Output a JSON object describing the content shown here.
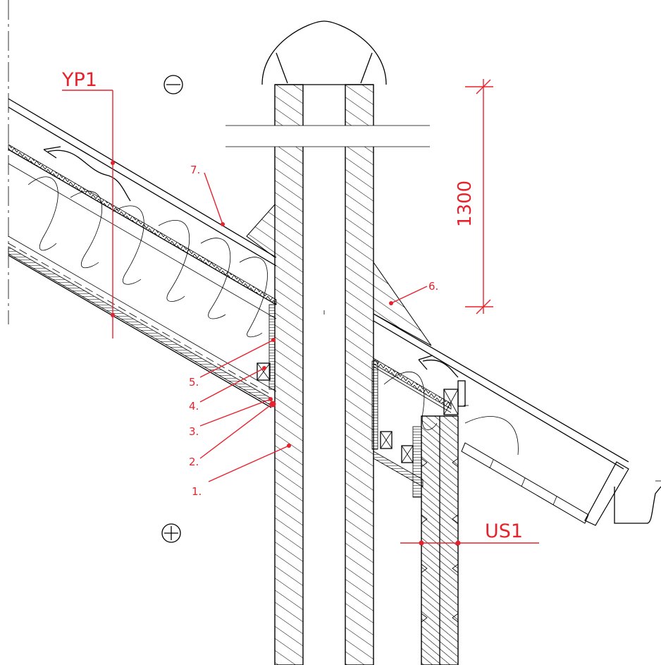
{
  "section_marks": {
    "left": "YP1",
    "right": "US1"
  },
  "dimension": {
    "value": "1300"
  },
  "callouts": [
    {
      "label": "1."
    },
    {
      "label": "2."
    },
    {
      "label": "3."
    },
    {
      "label": "4."
    },
    {
      "label": "5."
    },
    {
      "label": "6."
    },
    {
      "label": "7."
    }
  ],
  "zone_symbols": {
    "outside": "minus-circle",
    "inside": "plus-circle"
  },
  "colors": {
    "annotation": "#e8222c",
    "linework": "#000000",
    "background": "#ffffff"
  }
}
